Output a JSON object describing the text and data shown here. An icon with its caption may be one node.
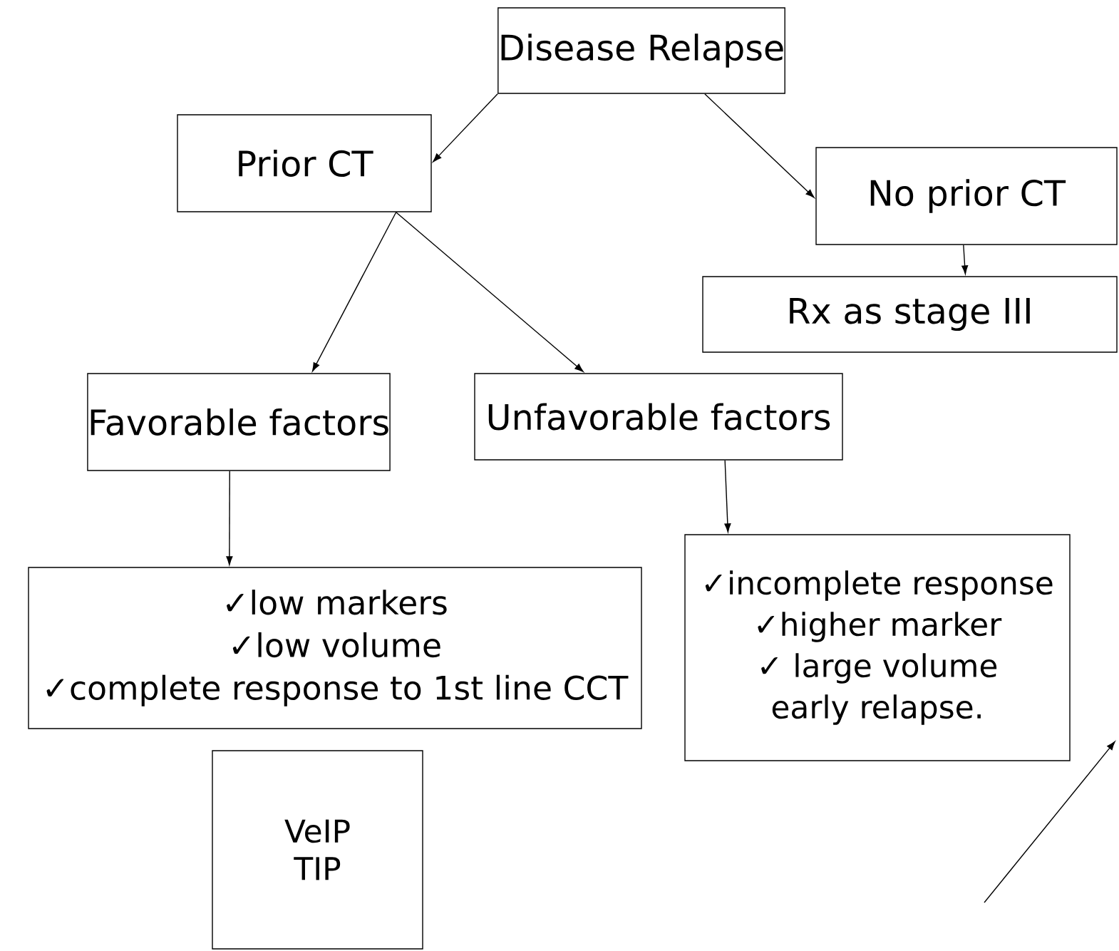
{
  "diagram": {
    "nodes": [
      {
        "text": [
          "Disease Relapse"
        ]
      },
      {
        "text": [
          "Prior CT"
        ]
      },
      {
        "text": [
          "No prior CT"
        ]
      },
      {
        "text": [
          "Rx as stage III"
        ]
      },
      {
        "text": [
          "Favorable factors"
        ]
      },
      {
        "text": [
          "Unfavorable factors"
        ]
      },
      {
        "text": [
          "✓low markers",
          "✓low volume",
          "✓complete response to 1st line CCT"
        ]
      },
      {
        "text": [
          "✓incomplete response",
          "✓higher marker",
          "✓ large volume",
          "early relapse."
        ]
      },
      {
        "text": [
          "VeIP",
          "TIP"
        ]
      }
    ],
    "edges": [
      {
        "from": 0,
        "to": 1,
        "arrow": "to"
      },
      {
        "from": 0,
        "to": 2,
        "arrow": "to"
      },
      {
        "from": 2,
        "to": 3,
        "arrow": "to"
      },
      {
        "from": 1,
        "to": 4,
        "arrow": "to"
      },
      {
        "from": 1,
        "to": 5,
        "arrow": "to"
      },
      {
        "from": 4,
        "to": 6,
        "arrow": "to"
      },
      {
        "from": 5,
        "to": 7,
        "arrow": "to"
      }
    ]
  }
}
